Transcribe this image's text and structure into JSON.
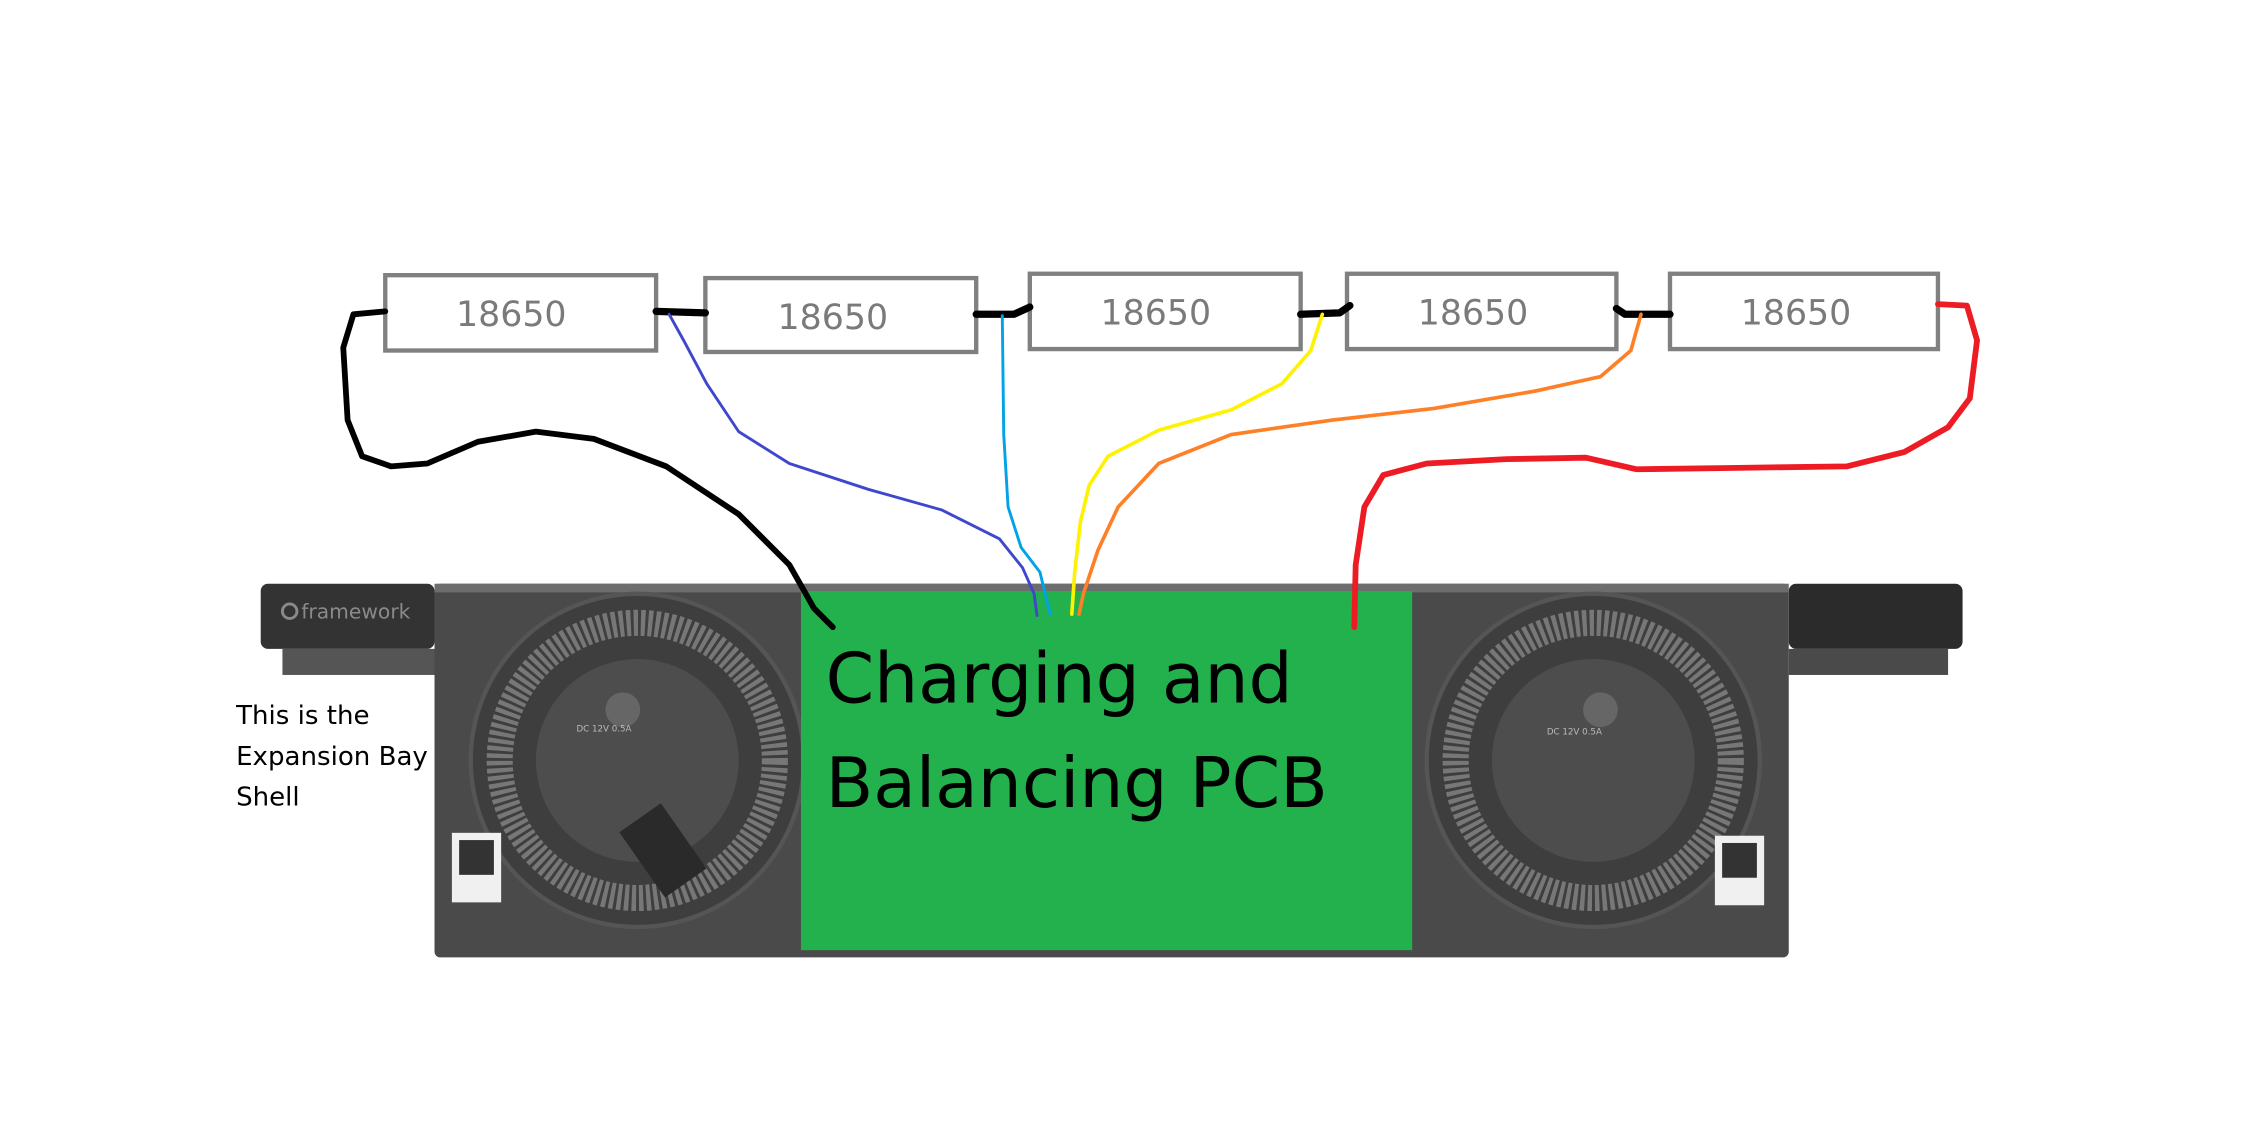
{
  "cells": [
    {
      "label": "18650"
    },
    {
      "label": "18650"
    },
    {
      "label": "18650"
    },
    {
      "label": "18650"
    },
    {
      "label": "18650"
    }
  ],
  "pcb": {
    "line1": "Charging and",
    "line2": "Balancing PCB",
    "color": "#22b14c"
  },
  "note": {
    "line1": "This is the",
    "line2": "Expansion Bay",
    "line3": "Shell"
  },
  "device": {
    "logo": "framework",
    "fan_label": "DC 12V 0.5A"
  },
  "wire_colors": {
    "black": "#000000",
    "blue": "#3f48cc",
    "cyan": "#00a2e8",
    "yellow": "#fff200",
    "orange": "#ff7f27",
    "red": "#ed1c24"
  }
}
